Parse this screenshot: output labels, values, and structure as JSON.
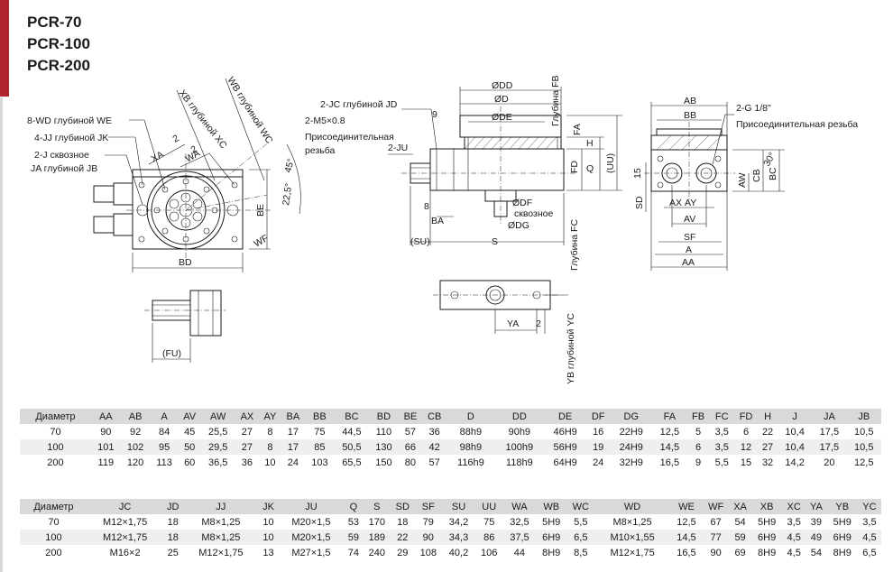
{
  "models": [
    "PCR-70",
    "PCR-100",
    "PCR-200"
  ],
  "drawing": {
    "left_view": {
      "callouts": [
        "8-WD глубиной WE",
        "4-JJ глубиной JK",
        "2-J сквозное",
        "JA глубиной JB"
      ],
      "labels": {
        "xa": "XA",
        "wa": "WA",
        "two_a": "2",
        "two_b": "2",
        "xb": "XB глубиной XC",
        "wb": "WB глубиной WC",
        "angle45": "45°",
        "angle225": "22,5°",
        "be": "BE",
        "wf": "WF",
        "bd": "BD",
        "fu": "(FU)"
      }
    },
    "middle_view": {
      "labels": {
        "jc": "2-JC глубиной JD",
        "m5": "2-M5×0.8",
        "conn": "Присоединительная",
        "rez": "резьба",
        "ju": "2-JU",
        "nine": "9",
        "eight": "8",
        "ba": "BA",
        "su": "(SU)",
        "s": "S",
        "dd": "ØDD",
        "d": "ØD",
        "de": "ØDE",
        "df": "ØDF",
        "skv": "сквозное",
        "dg": "ØDG",
        "fb": "Глубина FB",
        "fa": "FA",
        "h": "H",
        "fd": "FD",
        "q": "Q",
        "uu": "(UU)",
        "fc": "Глубина FC",
        "ya": "YA",
        "two": "2",
        "yb": "YB глубиной YC"
      }
    },
    "right_view": {
      "labels": {
        "ab": "AB",
        "bb": "BB",
        "g": "2-G 1/8\"",
        "conn": "Присоединительная резьба",
        "thirty": "30°",
        "aw": "AW",
        "cb": "CB",
        "bc": "BC",
        "fifteen": "15",
        "sd": "SD",
        "ax": "AX",
        "ay": "AY",
        "av": "AV",
        "sf": "SF",
        "a": "A",
        "aa": "AA"
      }
    }
  },
  "table1": {
    "headers": [
      "Диаметр",
      "AA",
      "AB",
      "A",
      "AV",
      "AW",
      "AX",
      "AY",
      "BA",
      "BB",
      "BC",
      "BD",
      "BE",
      "CB",
      "D",
      "DD",
      "DE",
      "DF",
      "DG",
      "FA",
      "FB",
      "FC",
      "FD",
      "H",
      "J",
      "JA",
      "JB"
    ],
    "rows": [
      [
        "70",
        "90",
        "92",
        "84",
        "45",
        "25,5",
        "27",
        "8",
        "17",
        "75",
        "44,5",
        "110",
        "57",
        "36",
        "88h9",
        "90h9",
        "46H9",
        "16",
        "22H9",
        "12,5",
        "5",
        "3,5",
        "6",
        "22",
        "10,4",
        "17,5",
        "10,5"
      ],
      [
        "100",
        "101",
        "102",
        "95",
        "50",
        "29,5",
        "27",
        "8",
        "17",
        "85",
        "50,5",
        "130",
        "66",
        "42",
        "98h9",
        "100h9",
        "56H9",
        "19",
        "24H9",
        "14,5",
        "6",
        "3,5",
        "12",
        "27",
        "10,4",
        "17,5",
        "10,5"
      ],
      [
        "200",
        "119",
        "120",
        "113",
        "60",
        "36,5",
        "36",
        "10",
        "24",
        "103",
        "65,5",
        "150",
        "80",
        "57",
        "116h9",
        "118h9",
        "64H9",
        "24",
        "32H9",
        "16,5",
        "9",
        "5,5",
        "15",
        "32",
        "14,2",
        "20",
        "12,5"
      ]
    ]
  },
  "table2": {
    "headers": [
      "Диаметр",
      "JC",
      "JD",
      "JJ",
      "JK",
      "JU",
      "Q",
      "S",
      "SD",
      "SF",
      "SU",
      "UU",
      "WA",
      "WB",
      "WC",
      "WD",
      "WE",
      "WF",
      "XA",
      "XB",
      "XC",
      "YA",
      "YB",
      "YC"
    ],
    "rows": [
      [
        "70",
        "M12×1,75",
        "18",
        "M8×1,25",
        "10",
        "M20×1,5",
        "53",
        "170",
        "18",
        "79",
        "34,2",
        "75",
        "32,5",
        "5H9",
        "5,5",
        "M8×1,25",
        "12,5",
        "67",
        "54",
        "5H9",
        "3,5",
        "39",
        "5H9",
        "3,5"
      ],
      [
        "100",
        "M12×1,75",
        "18",
        "M8×1,25",
        "10",
        "M20×1,5",
        "59",
        "189",
        "22",
        "90",
        "34,3",
        "86",
        "37,5",
        "6H9",
        "6,5",
        "M10×1,55",
        "14,5",
        "77",
        "59",
        "6H9",
        "4,5",
        "49",
        "6H9",
        "4,5"
      ],
      [
        "200",
        "M16×2",
        "25",
        "M12×1,75",
        "13",
        "M27×1,5",
        "74",
        "240",
        "29",
        "108",
        "40,2",
        "106",
        "44",
        "8H9",
        "8,5",
        "M12×1,75",
        "16,5",
        "90",
        "69",
        "8H9",
        "4,5",
        "54",
        "8H9",
        "6,5"
      ]
    ]
  },
  "colors": {
    "accent": "#b0242b",
    "header_bg": "#d9d9d9",
    "row_alt": "#efefef"
  }
}
